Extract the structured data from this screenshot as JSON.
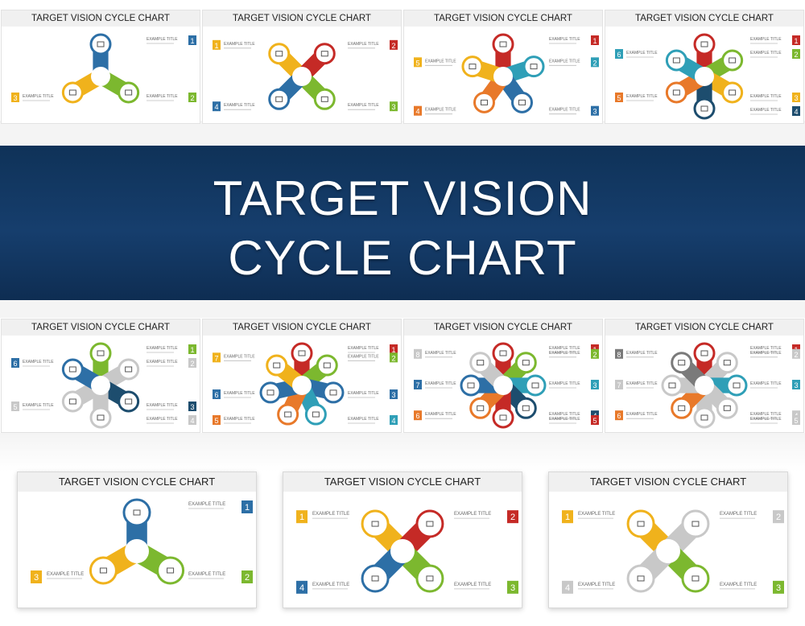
{
  "banner": {
    "line1": "TARGET VISION",
    "line2": "CYCLE CHART"
  },
  "colors": {
    "blue": "#2d6fa6",
    "green": "#7cb82f",
    "yellow": "#f0b21c",
    "red": "#c52a26",
    "teal": "#2f9fb7",
    "orange": "#e8792a",
    "navy": "#1d4d6e",
    "gray": "#c8c8c8",
    "darkgray": "#7a7a7a",
    "banner_bg": "#163e6d"
  },
  "item_title": "EXAMPLE TITLE",
  "slides": [
    {
      "title": "TARGET VISION CYCLE CHART",
      "count": 3,
      "colors": [
        "blue",
        "green",
        "yellow"
      ],
      "nums": [
        "1",
        "2",
        "3"
      ]
    },
    {
      "title": "TARGET VISION CYCLE CHART",
      "count": 4,
      "colors": [
        "yellow",
        "red",
        "green",
        "blue"
      ],
      "nums": [
        "1",
        "2",
        "3",
        "4"
      ]
    },
    {
      "title": "TARGET VISION CYCLE CHART",
      "count": 5,
      "colors": [
        "red",
        "teal",
        "blue",
        "orange",
        "yellow"
      ],
      "nums": [
        "1",
        "2",
        "3",
        "4",
        "5"
      ]
    },
    {
      "title": "TARGET VISION CYCLE CHART",
      "count": 6,
      "colors": [
        "red",
        "green",
        "yellow",
        "navy",
        "orange",
        "teal"
      ],
      "nums": [
        "1",
        "2",
        "3",
        "4",
        "5",
        "6"
      ]
    },
    {
      "title": "TARGET VISION CYCLE CHART",
      "count": 6,
      "colors": [
        "green",
        "gray",
        "navy",
        "gray",
        "gray",
        "blue"
      ],
      "nums": [
        "1",
        "2",
        "3",
        "4",
        "5",
        "6"
      ]
    },
    {
      "title": "TARGET VISION CYCLE CHART",
      "count": 7,
      "colors": [
        "red",
        "green",
        "blue",
        "teal",
        "orange",
        "blue",
        "yellow"
      ],
      "nums": [
        "1",
        "2",
        "3",
        "4",
        "5",
        "6",
        "7"
      ]
    },
    {
      "title": "TARGET VISION CYCLE CHART",
      "count": 8,
      "colors": [
        "red",
        "green",
        "teal",
        "navy",
        "red",
        "orange",
        "blue",
        "gray"
      ],
      "nums": [
        "1",
        "2",
        "3",
        "4",
        "5",
        "6",
        "7",
        "8"
      ]
    },
    {
      "title": "TARGET VISION CYCLE CHART",
      "count": 8,
      "colors": [
        "red",
        "gray",
        "teal",
        "gray",
        "gray",
        "orange",
        "gray",
        "darkgray"
      ],
      "nums": [
        "1",
        "2",
        "3",
        "4",
        "5",
        "6",
        "7",
        "8"
      ]
    },
    {
      "title": "TARGET VISION CYCLE CHART",
      "count": 3,
      "colors": [
        "blue",
        "green",
        "yellow"
      ],
      "nums": [
        "1",
        "2",
        "3"
      ]
    },
    {
      "title": "TARGET VISION CYCLE CHART",
      "count": 4,
      "colors": [
        "yellow",
        "red",
        "green",
        "blue"
      ],
      "nums": [
        "1",
        "2",
        "3",
        "4"
      ]
    },
    {
      "title": "TARGET VISION CYCLE CHART",
      "count": 4,
      "colors": [
        "yellow",
        "gray",
        "green",
        "gray"
      ],
      "nums": [
        "1",
        "2",
        "3",
        "4"
      ]
    }
  ]
}
